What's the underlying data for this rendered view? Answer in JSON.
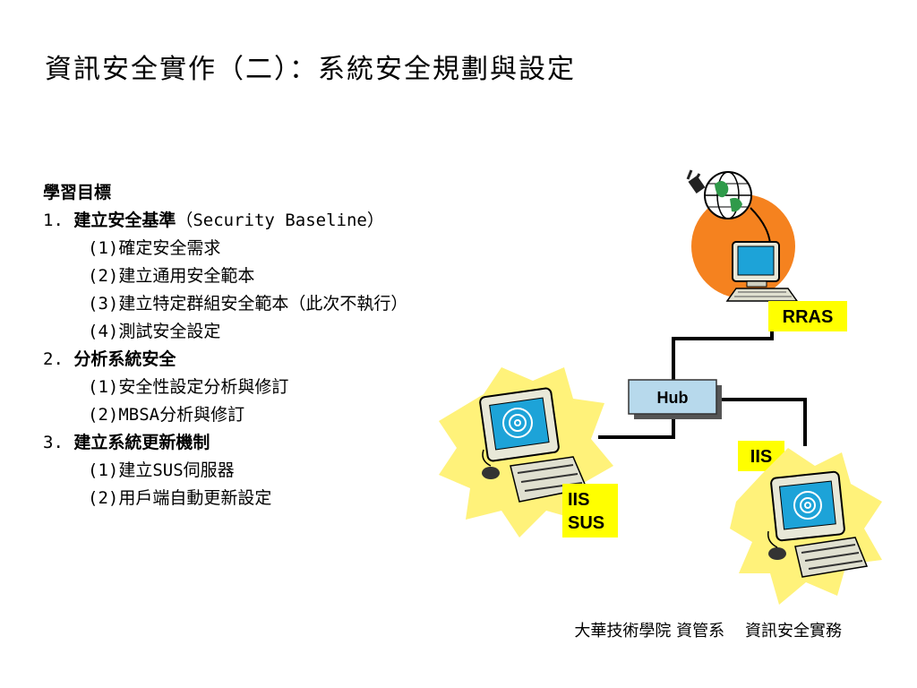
{
  "title": "資訊安全實作（二）：系統安全規劃與設定",
  "outline": {
    "heading": "學習目標",
    "sections": [
      {
        "number": "1.",
        "label": "建立安全基準",
        "suffix": "（Security Baseline）",
        "items": [
          "(1)確定安全需求",
          "(2)建立通用安全範本",
          "(3)建立特定群組安全範本（此次不執行）",
          "(4)測試安全設定"
        ]
      },
      {
        "number": "2.",
        "label": "分析系統安全",
        "suffix": "",
        "items": [
          "(1)安全性設定分析與修訂",
          "(2)MBSA分析與修訂"
        ]
      },
      {
        "number": "3.",
        "label": "建立系統更新機制",
        "suffix": "",
        "items": [
          "(1)建立SUS伺服器",
          "(2)用戶端自動更新設定"
        ]
      }
    ]
  },
  "diagram": {
    "hub_label": "Hub",
    "rras_label": "RRAS",
    "iis_label": "IIS",
    "iis_sus_label_line1": "IIS",
    "iis_sus_label_line2": "SUS",
    "colors": {
      "label_bg": "#ffff00",
      "hub_fill": "#b7d9ec",
      "burst": "#fff27a",
      "orange_circle": "#f5821f",
      "monitor": "#e8e8d8",
      "screen": "#1da3d8",
      "cable": "#000000"
    }
  },
  "footer": {
    "school": "大華技術學院",
    "dept": "資管系",
    "course": "資訊安全實務"
  }
}
